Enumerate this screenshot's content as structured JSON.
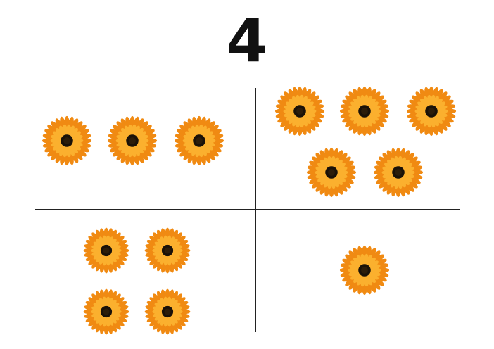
{
  "title": "4",
  "colors": {
    "petal_outer": "#f08a12",
    "petal_inner": "#fbb02e",
    "center": "#1a1208",
    "line": "#222222"
  },
  "quadrants": [
    {
      "name": "top-left",
      "flower_count": 3
    },
    {
      "name": "top-right",
      "flower_count": 5
    },
    {
      "name": "bottom-left",
      "flower_count": 4
    },
    {
      "name": "bottom-right",
      "flower_count": 1
    }
  ]
}
